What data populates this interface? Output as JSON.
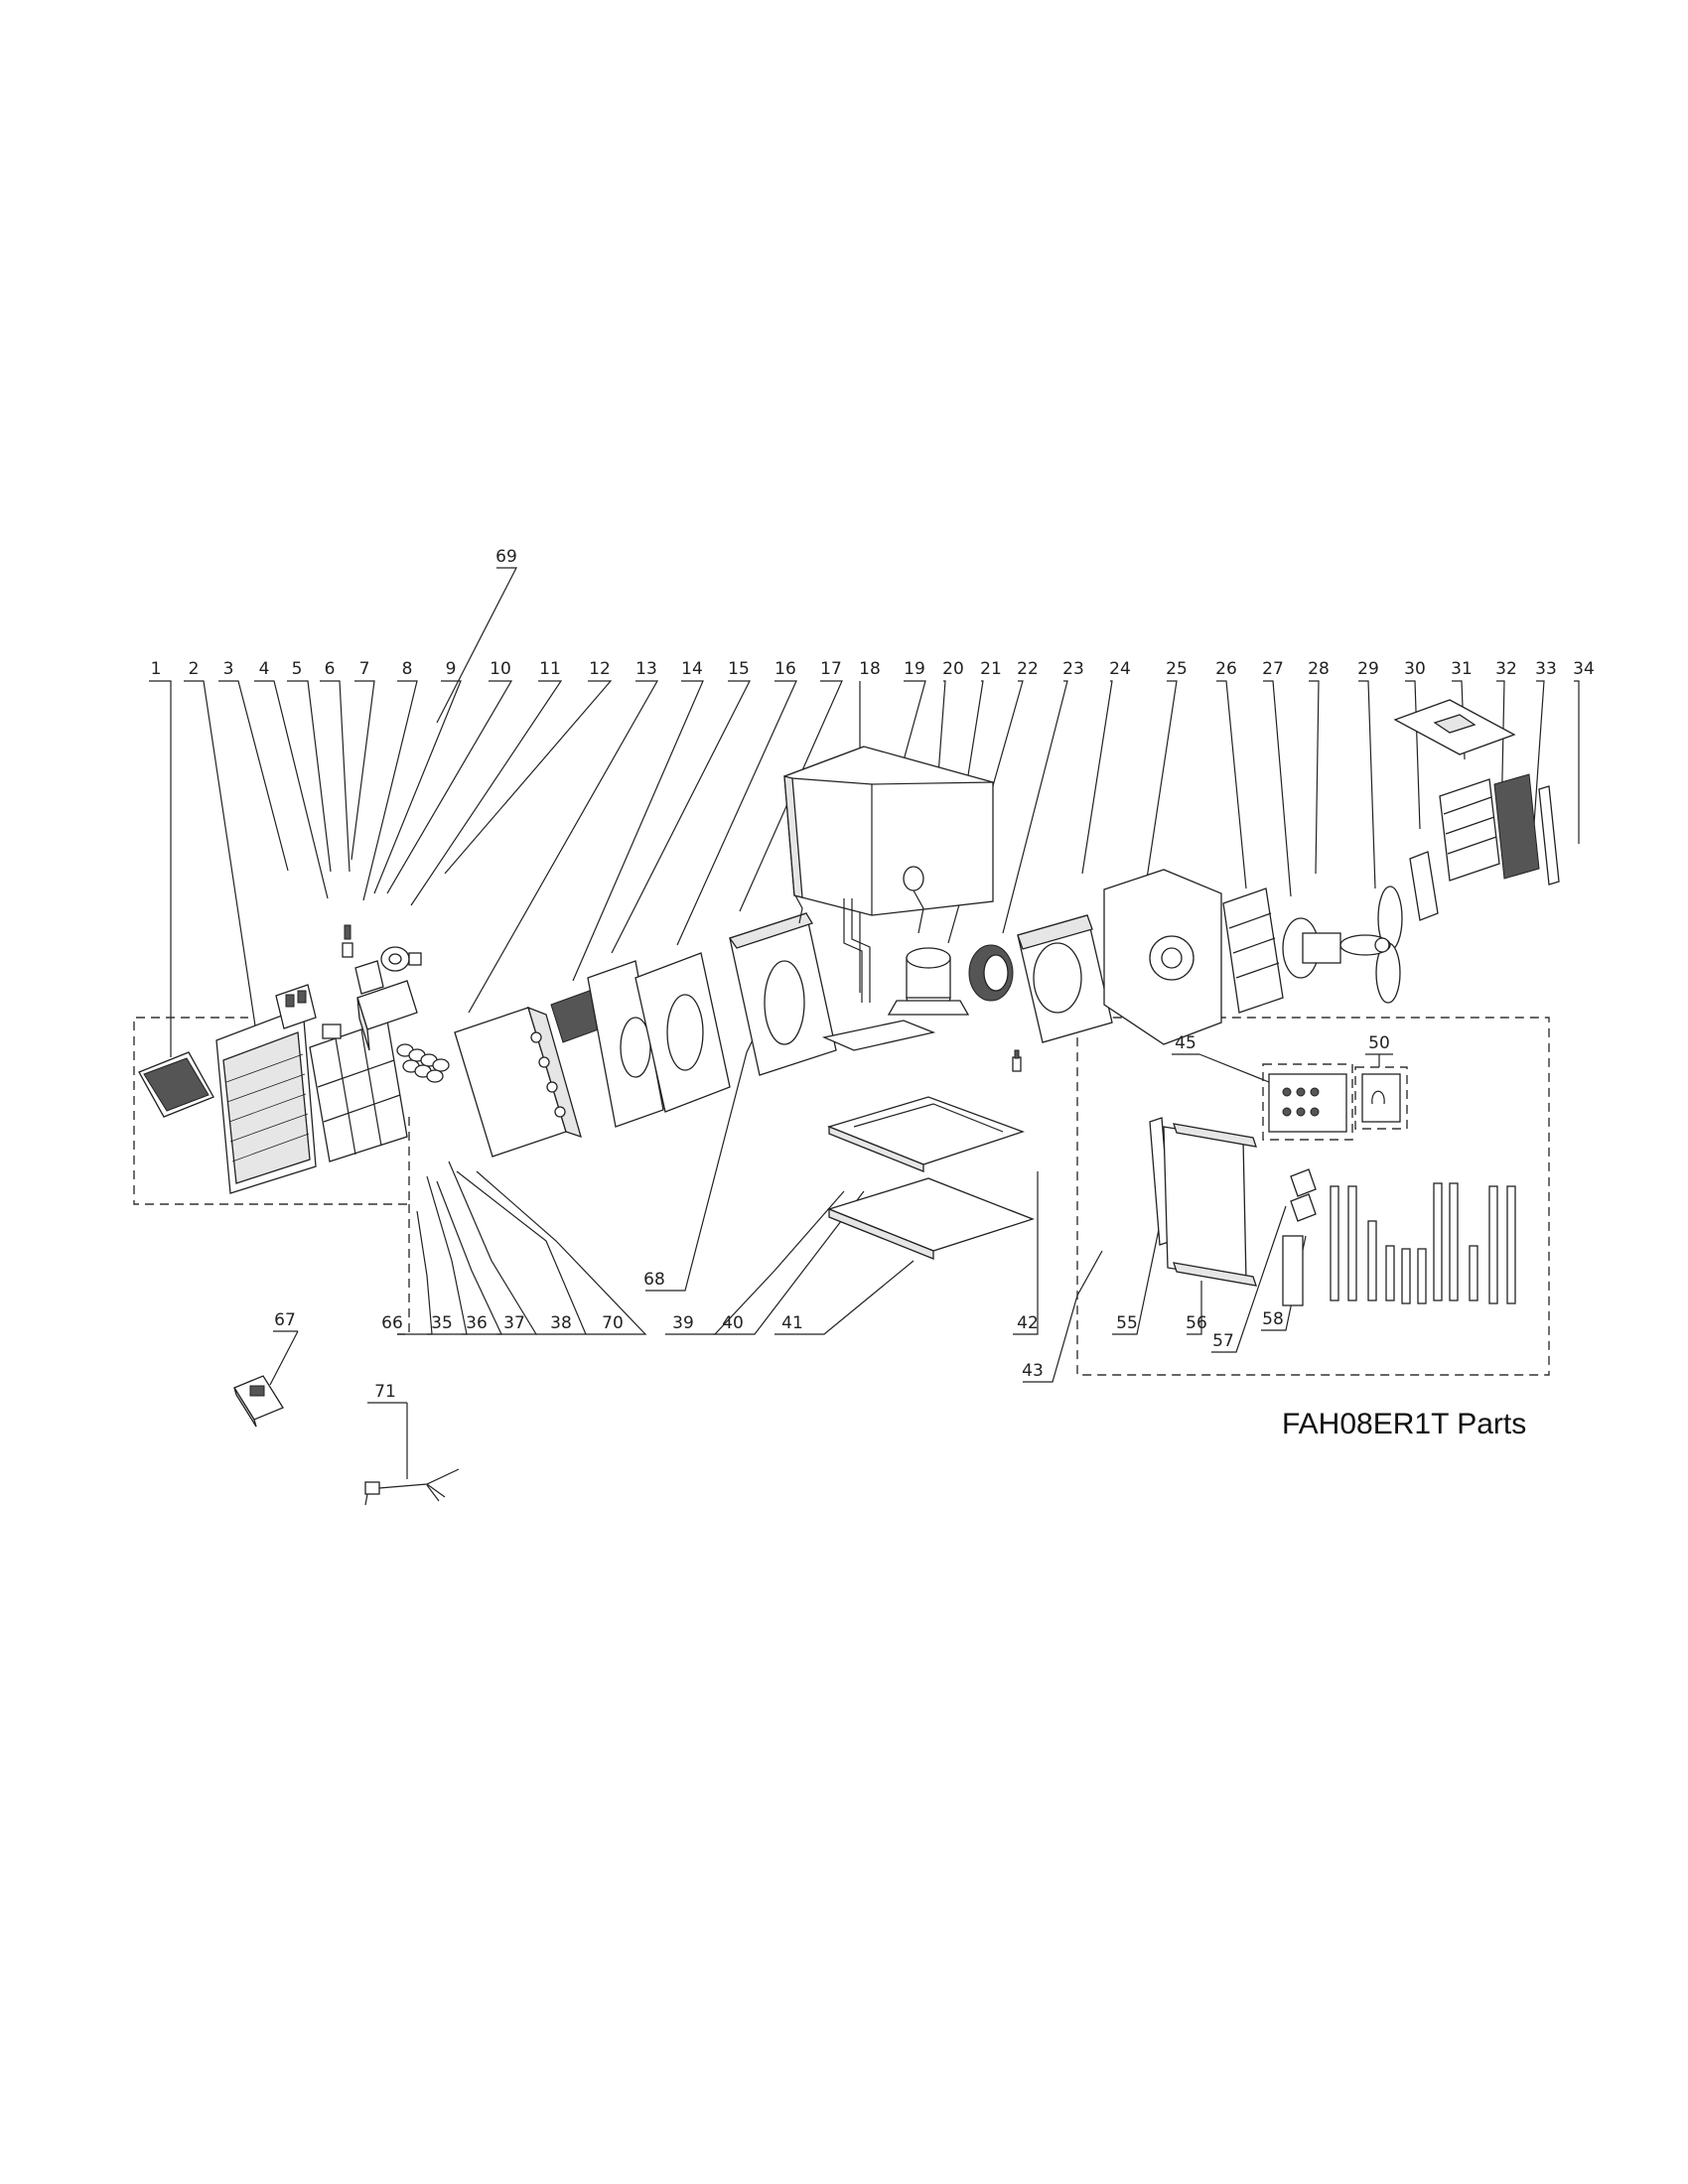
{
  "title": "FAH08ER1T Parts",
  "callouts": {
    "top": [
      "1",
      "2",
      "3",
      "4",
      "5",
      "6",
      "7",
      "8",
      "9",
      "10",
      "11",
      "12",
      "13",
      "14",
      "15",
      "16",
      "17",
      "18",
      "19",
      "20",
      "21",
      "22",
      "23",
      "24",
      "25",
      "26",
      "27",
      "28",
      "29",
      "30",
      "31",
      "32",
      "33",
      "34"
    ],
    "bottom": [
      "66",
      "35",
      "36",
      "37",
      "38",
      "70",
      "68",
      "39",
      "40",
      "41",
      "42",
      "43",
      "55",
      "56",
      "57",
      "58"
    ],
    "other": [
      "69",
      "45",
      "50",
      "67",
      "71"
    ]
  }
}
